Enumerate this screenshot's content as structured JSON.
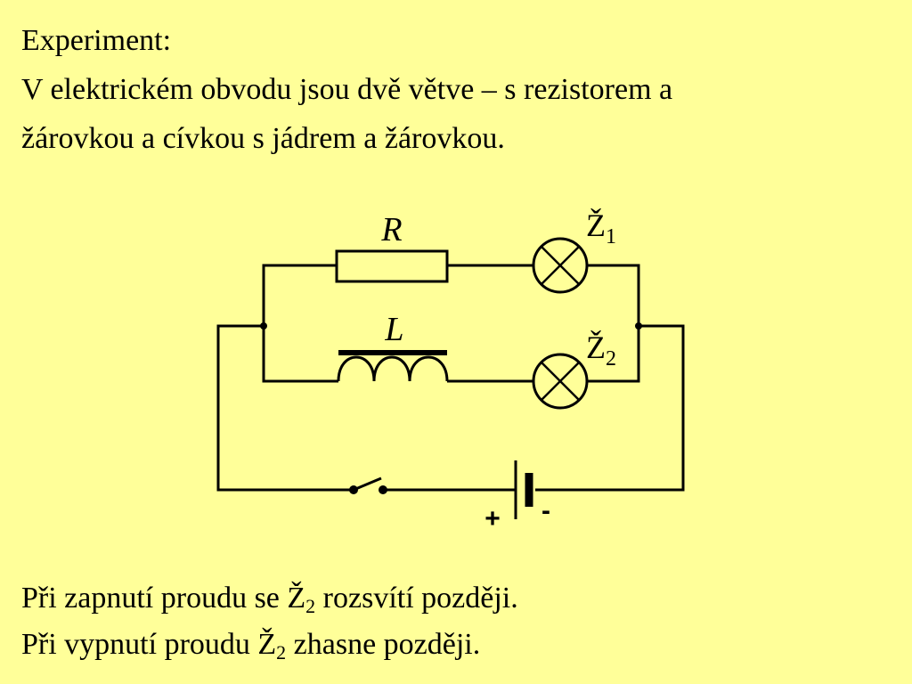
{
  "slide": {
    "background_color": "#ffff99",
    "heading": "Experiment:",
    "description_line_1": "V elektrickém obvodu jsou dvě větve – s rezistorem a",
    "description_line_2": "žárovkou a cívkou s jádrem a žárovkou.",
    "observation_1": {
      "before": "Při zapnutí proudu se  Ž",
      "subscript": "2",
      "after": " rozsvítí později."
    },
    "observation_2": {
      "before": "Při vypnutí proudu Ž",
      "subscript": "2",
      "after": " zhasne později."
    }
  },
  "circuit": {
    "resistor_label": "R",
    "inductor_label": "L",
    "bulb_1_label": "Ž",
    "bulb_1_subscript": "1",
    "bulb_2_label": "Ž",
    "bulb_2_subscript": "2",
    "battery_plus": "+",
    "battery_minus": "-",
    "bulb_fill": "#ffff99",
    "line_color": "#000000"
  }
}
